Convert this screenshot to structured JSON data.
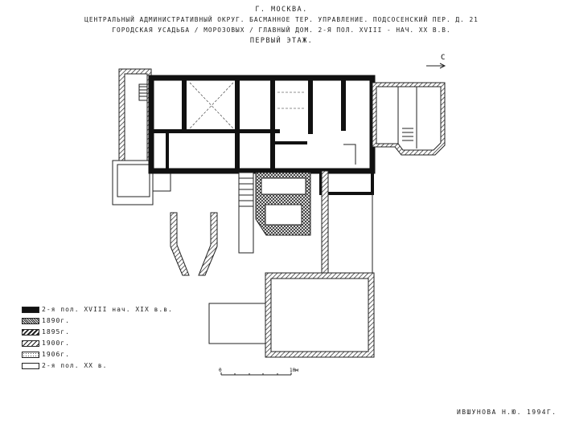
{
  "title": {
    "city": "г. Москва.",
    "line1": "Центральный административный округ. Басманное тер. управление. Подсосенский пер. д. 21",
    "line2": "Городская усадьба / Морозовых / Главный дом. 2-я пол. XVIII - нач. XX в.в.",
    "floor": "Первый этаж."
  },
  "north_arrow": {
    "label": "С"
  },
  "legend": [
    {
      "label": "2-я пол. XVIII нач. XIX в.в.",
      "style": "solid"
    },
    {
      "label": "1890г.",
      "style": "cross"
    },
    {
      "label": "1895г.",
      "style": "hatch-dense"
    },
    {
      "label": "1900г.",
      "style": "hatch"
    },
    {
      "label": "1906г.",
      "style": "dotted"
    },
    {
      "label": "2-я пол. XX в.",
      "style": "empty"
    }
  ],
  "scale": {
    "start": "0",
    "end": "10м"
  },
  "author": "Ившунова Н.Ю.  1994г."
}
